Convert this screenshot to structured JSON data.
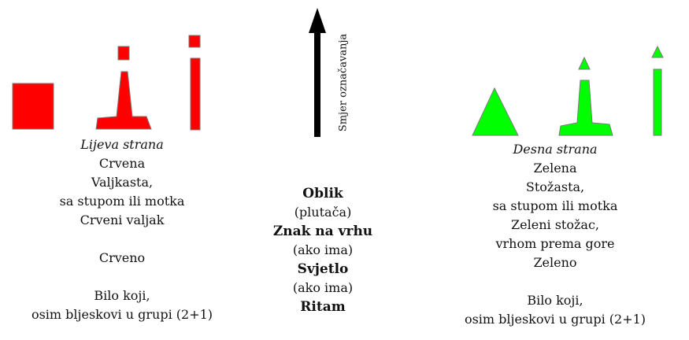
{
  "colors": {
    "red": "#ff0000",
    "green": "#00ff00",
    "outline": "#7a7a7a",
    "arrow": "#000000"
  },
  "arrow": {
    "label": "Smjer označavanja"
  },
  "left": {
    "title": "Lijeva strana",
    "lines": [
      "Crvena",
      "Valjkasta,",
      "sa stupom ili motka",
      "Crveni valjak",
      "",
      "Crveno",
      "",
      "Bilo koji,",
      "osim bljeskovi u grupi (2+1)"
    ]
  },
  "middle": {
    "items": [
      {
        "text": "Oblik",
        "bold": true
      },
      {
        "text": "(plutača)",
        "bold": false
      },
      {
        "text": "Znak na vrhu",
        "bold": true
      },
      {
        "text": "(ako ima)",
        "bold": false
      },
      {
        "text": "Svjetlo",
        "bold": true
      },
      {
        "text": "(ako ima)",
        "bold": false
      },
      {
        "text": "Ritam",
        "bold": true
      }
    ]
  },
  "right": {
    "title": "Desna strana",
    "lines": [
      "Zelena",
      "Stožasta,",
      "sa stupom ili motka",
      "Zeleni stožac,",
      "vrhom prema gore",
      "Zeleno",
      "",
      "Bilo koji,",
      "osim bljeskovi u grupi (2+1)"
    ]
  }
}
